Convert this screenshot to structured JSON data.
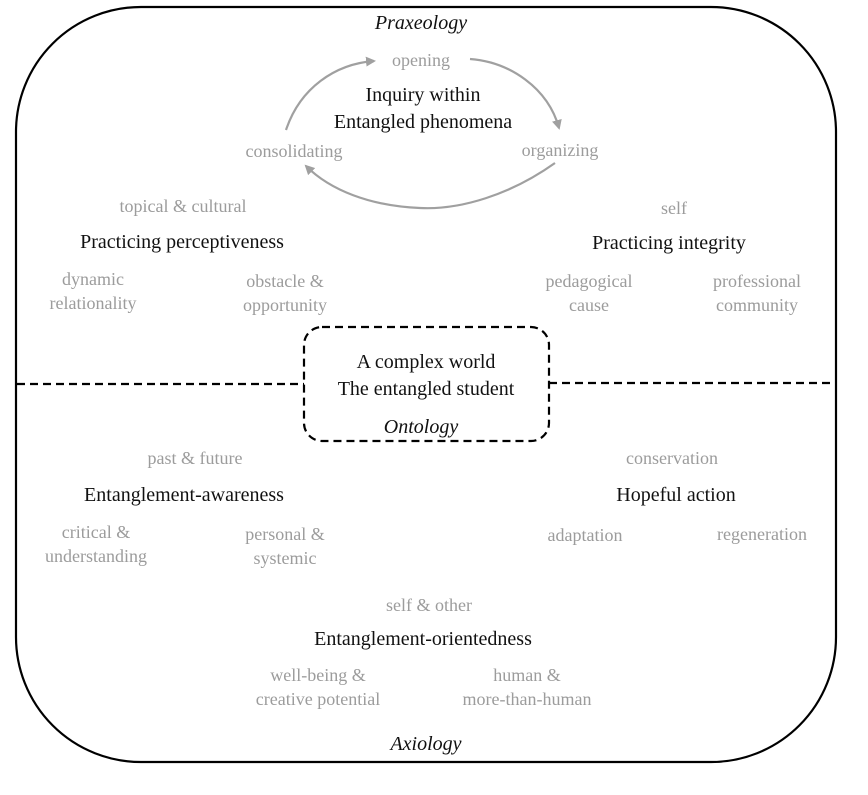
{
  "colors": {
    "primary_text": "#111111",
    "secondary_text": "#9c9c9c",
    "arrow": "#a0a0a0",
    "border": "#000000"
  },
  "labels": {
    "praxeology": "Praxeology",
    "ontology": "Ontology",
    "axiology": "Axiology"
  },
  "cycle": {
    "center": [
      "Inquiry within",
      "Entangled phenomena"
    ],
    "steps": [
      "opening",
      "organizing",
      "consolidating"
    ]
  },
  "ontology_box": {
    "lines": [
      "A complex world",
      "The entangled student"
    ]
  },
  "clusters": {
    "perceptiveness": {
      "title": "Practicing perceptiveness",
      "top": "topical & cultural",
      "left": [
        "dynamic",
        "relationality"
      ],
      "right": [
        "obstacle &",
        "opportunity"
      ]
    },
    "integrity": {
      "title": "Practicing integrity",
      "top": "self",
      "left": [
        "pedagogical",
        "cause"
      ],
      "right": [
        "professional",
        "community"
      ]
    },
    "awareness": {
      "title": "Entanglement-awareness",
      "top": "past & future",
      "left": [
        "critical &",
        "understanding"
      ],
      "right": [
        "personal &",
        "systemic"
      ]
    },
    "hopeful": {
      "title": "Hopeful action",
      "top": "conservation",
      "left": [
        "adaptation"
      ],
      "right": [
        "regeneration"
      ]
    },
    "orientedness": {
      "title": "Entanglement-orientedness",
      "top": "self & other",
      "left": [
        "well-being &",
        "creative potential"
      ],
      "right": [
        "human &",
        "more-than-human"
      ]
    }
  }
}
